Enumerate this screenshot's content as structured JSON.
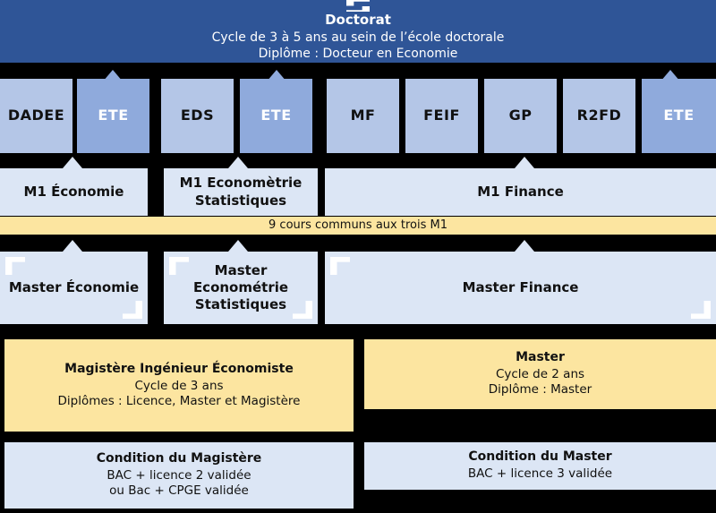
{
  "doctorat": {
    "title": "Doctorat",
    "line1": "Cycle de 3 à 5 ans au sein de l’école doctorale",
    "line2": "Diplôme : Docteur en Economie"
  },
  "courses": [
    {
      "label": "DADEE",
      "variant": "light"
    },
    {
      "label": "ETE",
      "variant": "dark"
    },
    {
      "label": "EDS",
      "variant": "light"
    },
    {
      "label": "ETE",
      "variant": "dark"
    },
    {
      "label": "MF",
      "variant": "light"
    },
    {
      "label": "FEIF",
      "variant": "light"
    },
    {
      "label": "GP",
      "variant": "light"
    },
    {
      "label": "R2FD",
      "variant": "light"
    },
    {
      "label": "ETE",
      "variant": "dark"
    }
  ],
  "m1": [
    {
      "line1": "M1 Économie",
      "line2": ""
    },
    {
      "line1": "M1 Economètrie",
      "line2": "Statistiques"
    },
    {
      "line1": "M1 Finance",
      "line2": ""
    }
  ],
  "common_band": {
    "text": "9 cours communs aux trois M1"
  },
  "masters": [
    {
      "line1": "Master Économie",
      "line2": "",
      "line3": ""
    },
    {
      "line1": "Master",
      "line2": "Econométrie",
      "line3": "Statistiques"
    },
    {
      "line1": "Master Finance",
      "line2": "",
      "line3": ""
    }
  ],
  "programs": [
    {
      "title": "Magistère Ingénieur Économiste",
      "line1": "Cycle de 3 ans",
      "line2": "Diplômes : Licence, Master et Magistère"
    },
    {
      "title": "Master",
      "line1": "Cycle de 2 ans",
      "line2": "Diplôme : Master"
    }
  ],
  "conditions": [
    {
      "title": "Condition du Magistère",
      "line1": "BAC + licence 2 validée",
      "line2": "ou Bac + CPGE validée"
    },
    {
      "title": "Condition du Master",
      "line1": "BAC + licence 3 validée",
      "line2": ""
    }
  ],
  "colors": {
    "background": "#000000",
    "navy": "#2f5597",
    "blue": "#8faadc",
    "light_blue": "#b4c6e7",
    "pale_blue": "#dce6f5",
    "yellow": "#fce5a0"
  }
}
